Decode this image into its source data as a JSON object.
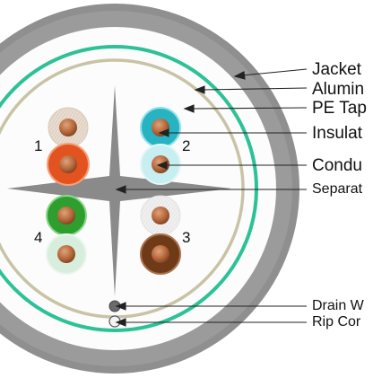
{
  "labels": {
    "jacket": "Jacket",
    "aluminum": "Alumin",
    "pe_tape": "PE Tap",
    "insulation": "Insulat",
    "conductor": "Condu",
    "separator": "Separat",
    "drain_wire": "Drain W",
    "rip_cord": "Rip Cor"
  },
  "pairs": {
    "p1": "1",
    "p2": "2",
    "p3": "3",
    "p4": "4"
  },
  "colors": {
    "jacket": "#8e8e8e",
    "aluminum_foil": "#2cc196",
    "pe_tape": "#c9c3a6",
    "copper": "#b5673a",
    "orange": "#e2531f",
    "blue": "#27b3c2",
    "green": "#2e9e2e",
    "brown": "#6e3a18"
  }
}
